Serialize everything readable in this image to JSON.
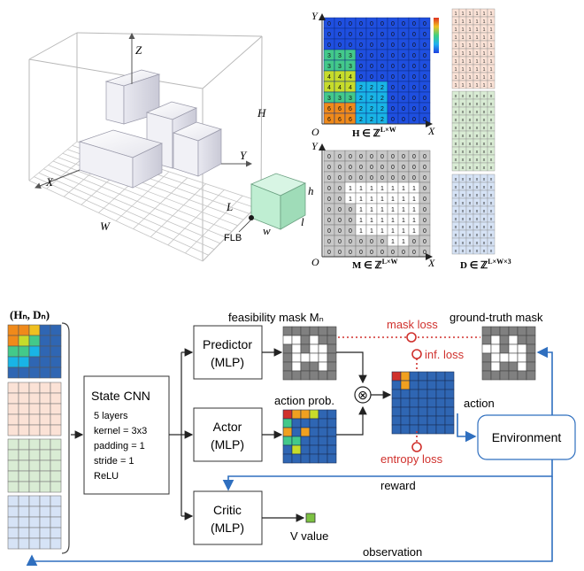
{
  "figure_top": {
    "axis_labels": {
      "z": "Z",
      "x": "X",
      "y": "Y",
      "w": "W",
      "h_big": "H",
      "l": "L",
      "box_h": "h",
      "box_w": "w",
      "box_l": "l",
      "flb": "FLB"
    },
    "heightmap": {
      "y_label": "Y",
      "x_label": "X",
      "origin": "O",
      "caption": "H ∈ ℤ",
      "caption_sup": "L×W",
      "values": [
        [
          "0",
          "0",
          "0",
          "0",
          "0",
          "0",
          "0",
          "0",
          "0",
          "0"
        ],
        [
          "0",
          "0",
          "0",
          "0",
          "0",
          "0",
          "0",
          "0",
          "0",
          "0"
        ],
        [
          "0",
          "0",
          "0",
          "0",
          "0",
          "0",
          "0",
          "0",
          "0",
          "0"
        ],
        [
          "3",
          "3",
          "3",
          "0",
          "0",
          "0",
          "0",
          "0",
          "0",
          "0"
        ],
        [
          "3",
          "3",
          "3",
          "0",
          "0",
          "0",
          "0",
          "0",
          "0",
          "0"
        ],
        [
          "4",
          "4",
          "4",
          "0",
          "0",
          "0",
          "0",
          "0",
          "0",
          "0"
        ],
        [
          "4",
          "4",
          "4",
          "2",
          "2",
          "2",
          "0",
          "0",
          "0",
          "0"
        ],
        [
          "3",
          "3",
          "3",
          "2",
          "2",
          "2",
          "0",
          "0",
          "0",
          "0"
        ],
        [
          "6",
          "6",
          "6",
          "2",
          "2",
          "2",
          "0",
          "0",
          "0",
          "0"
        ],
        [
          "6",
          "6",
          "6",
          "2",
          "2",
          "2",
          "0",
          "0",
          "0",
          "0"
        ]
      ],
      "colors": {
        "0": "#1f4fe0",
        "2": "#19b4e6",
        "3": "#43c98a",
        "4": "#c7dc2a",
        "6": "#f08a1a"
      }
    },
    "mask": {
      "y_label": "Y",
      "x_label": "X",
      "origin": "O",
      "caption": "M ∈ ℤ",
      "caption_sup": "L×W",
      "values": [
        [
          "0",
          "0",
          "0",
          "0",
          "0",
          "0",
          "0",
          "0",
          "0",
          "0"
        ],
        [
          "0",
          "0",
          "0",
          "0",
          "0",
          "0",
          "0",
          "0",
          "0",
          "0"
        ],
        [
          "0",
          "0",
          "0",
          "0",
          "0",
          "0",
          "0",
          "0",
          "0",
          "0"
        ],
        [
          "0",
          "0",
          "1",
          "1",
          "1",
          "1",
          "1",
          "1",
          "1",
          "0"
        ],
        [
          "0",
          "0",
          "1",
          "1",
          "1",
          "1",
          "1",
          "1",
          "1",
          "0"
        ],
        [
          "0",
          "0",
          "0",
          "1",
          "1",
          "1",
          "1",
          "1",
          "1",
          "0"
        ],
        [
          "0",
          "0",
          "0",
          "1",
          "1",
          "1",
          "1",
          "1",
          "1",
          "0"
        ],
        [
          "0",
          "0",
          "0",
          "1",
          "1",
          "1",
          "1",
          "1",
          "1",
          "0"
        ],
        [
          "0",
          "0",
          "0",
          "0",
          "0",
          "0",
          "1",
          "1",
          "0",
          "0"
        ],
        [
          "0",
          "0",
          "0",
          "0",
          "0",
          "0",
          "0",
          "0",
          "0",
          "0"
        ]
      ]
    },
    "d_tensor": {
      "caption": "D ∈ ℤ",
      "caption_sup": "L×W×3",
      "cell_text": [
        "1",
        "2",
        "x",
        "x"
      ]
    }
  },
  "figure_bottom": {
    "input_label": "(Hₙ, Dₙ)",
    "state_cnn": {
      "title": "State CNN",
      "lines": [
        "5 layers",
        "kernel = 3x3",
        "padding = 1",
        "stride = 1",
        "ReLU"
      ]
    },
    "predictor": {
      "line1": "Predictor",
      "line2": "(MLP)"
    },
    "actor": {
      "line1": "Actor",
      "line2": "(MLP)"
    },
    "critic": {
      "line1": "Critic",
      "line2": "(MLP)"
    },
    "environment": "Environment",
    "labels": {
      "feasibility_mask": "feasibility mask Mₙ",
      "action_prob": "action prob.",
      "ground_truth": "ground-truth mask",
      "mask_loss": "mask loss",
      "inf_loss": "inf. loss",
      "entropy_loss": "entropy loss",
      "action": "action",
      "reward": "reward",
      "observation": "observation",
      "v_value": "V value",
      "otimes": "⊗"
    },
    "colors": {
      "arrow": "#2f6fbf",
      "loss": "#d0312d",
      "grid_blue": "#2f66b3"
    }
  }
}
